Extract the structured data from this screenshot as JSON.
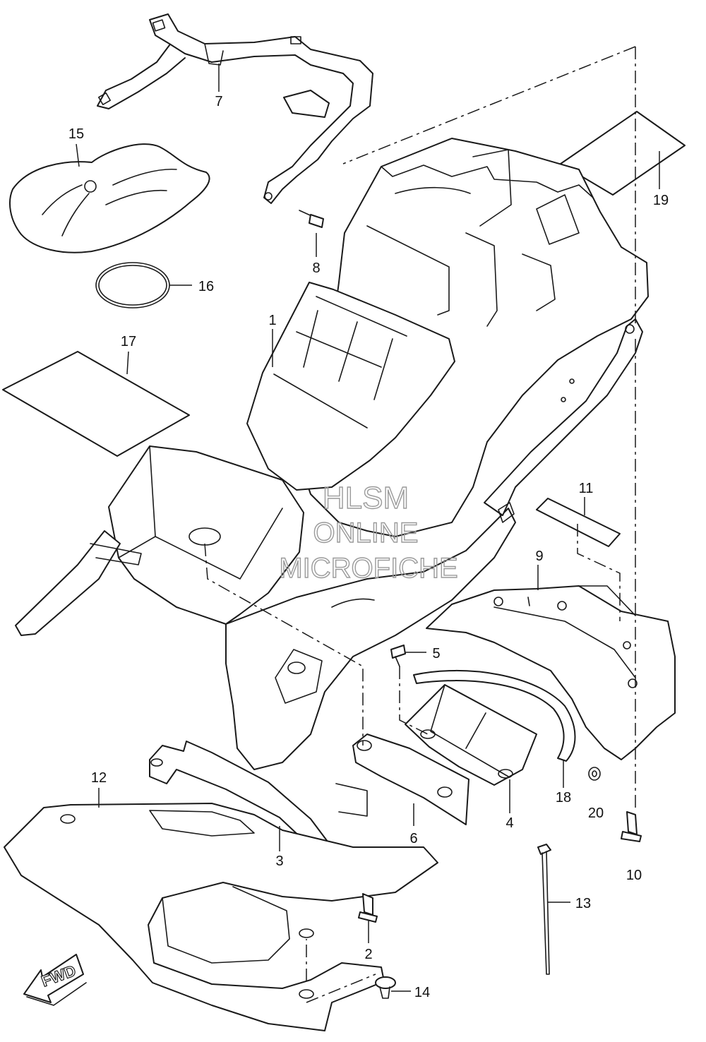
{
  "diagram": {
    "callouts": [
      "1",
      "2",
      "3",
      "4",
      "5",
      "6",
      "7",
      "8",
      "9",
      "10",
      "11",
      "12",
      "13",
      "14",
      "15",
      "16",
      "17",
      "18",
      "19",
      "20"
    ],
    "direction_label": "FWD"
  },
  "watermark": {
    "line1": "HLSM",
    "line2": "ONLINE",
    "line3": "MICROFICHE"
  }
}
